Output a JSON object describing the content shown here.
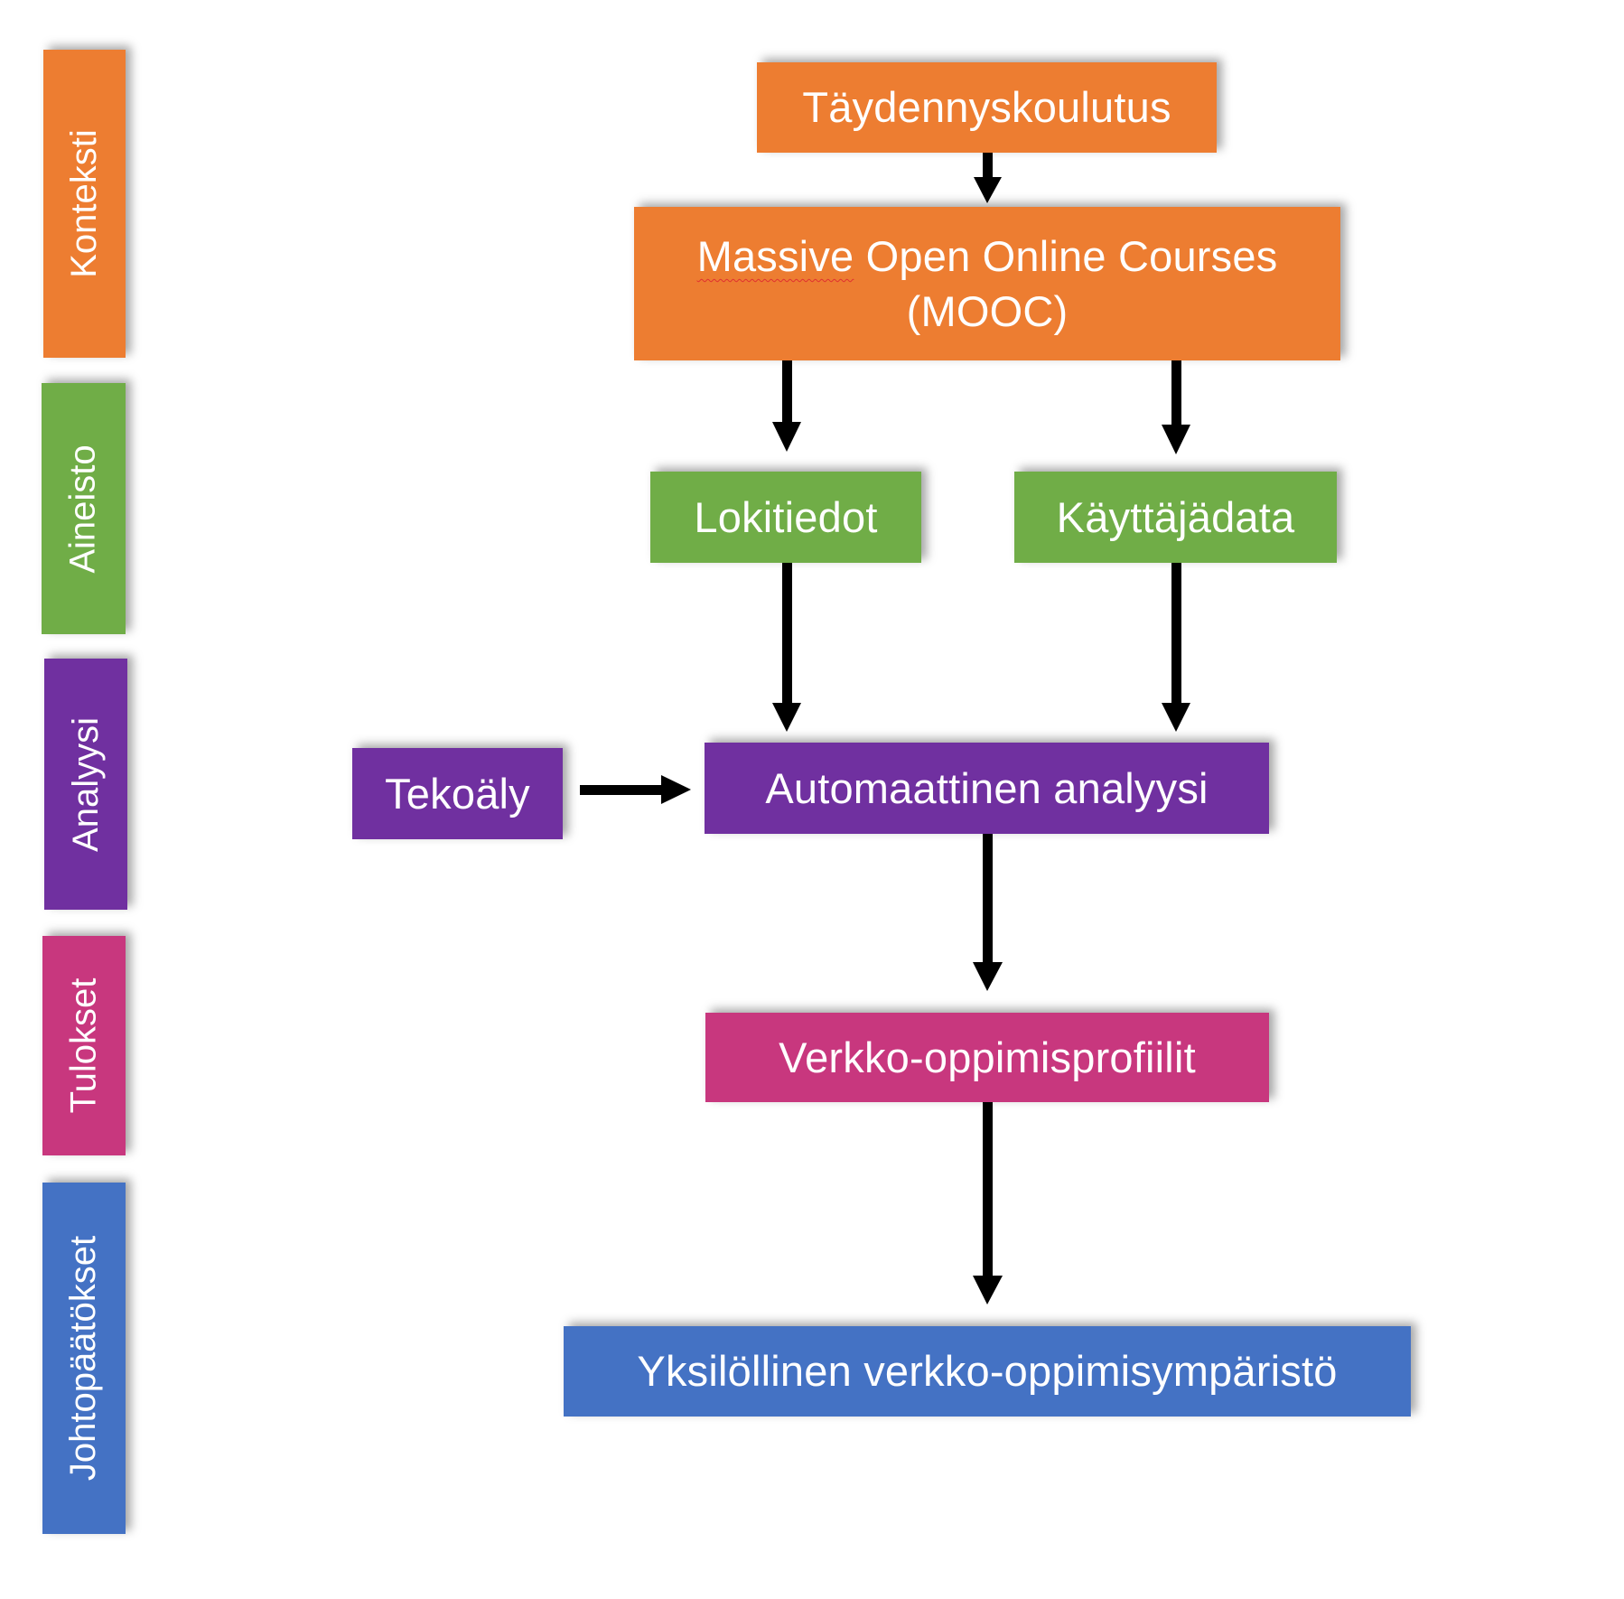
{
  "colors": {
    "konteksti": "#ED7D31",
    "aineisto": "#70AD47",
    "analyysi": "#7030A0",
    "tulokset": "#C8377E",
    "johtopaatokset": "#4472C4",
    "arrow": "#000000",
    "text": "#FFFFFF"
  },
  "stages": [
    {
      "id": "konteksti",
      "label": "Konteksti"
    },
    {
      "id": "aineisto",
      "label": "Aineisto"
    },
    {
      "id": "analyysi",
      "label": "Analyysi"
    },
    {
      "id": "tulokset",
      "label": "Tulokset"
    },
    {
      "id": "johtopaatokset",
      "label": "Johtopäätökset"
    }
  ],
  "nodes": {
    "taydennyskoulutus": {
      "label": "Täydennyskoulutus",
      "stage": "konteksti"
    },
    "mooc": {
      "label_word1": "Massive",
      "label_rest": " Open Online Courses",
      "label_line2": "(MOOC)",
      "stage": "konteksti"
    },
    "lokitiedot": {
      "label": "Lokitiedot",
      "stage": "aineisto"
    },
    "kayttajadata": {
      "label": "Käyttäjädata",
      "stage": "aineisto"
    },
    "tekoaly": {
      "label": "Tekoäly",
      "stage": "analyysi"
    },
    "automaattinen_analyysi": {
      "label": "Automaattinen analyysi",
      "stage": "analyysi"
    },
    "verkko_oppimisprofiilit": {
      "label": "Verkko-oppimisprofiilit",
      "stage": "tulokset"
    },
    "yksilollinen_ymparisto": {
      "label": "Yksilöllinen verkko-oppimisympäristö",
      "stage": "johtopaatokset"
    }
  },
  "edges": [
    {
      "from": "taydennyskoulutus",
      "to": "mooc"
    },
    {
      "from": "mooc",
      "to": "lokitiedot"
    },
    {
      "from": "mooc",
      "to": "kayttajadata"
    },
    {
      "from": "lokitiedot",
      "to": "automaattinen_analyysi"
    },
    {
      "from": "kayttajadata",
      "to": "automaattinen_analyysi"
    },
    {
      "from": "tekoaly",
      "to": "automaattinen_analyysi"
    },
    {
      "from": "automaattinen_analyysi",
      "to": "verkko_oppimisprofiilit"
    },
    {
      "from": "verkko_oppimisprofiilit",
      "to": "yksilollinen_ymparisto"
    }
  ]
}
